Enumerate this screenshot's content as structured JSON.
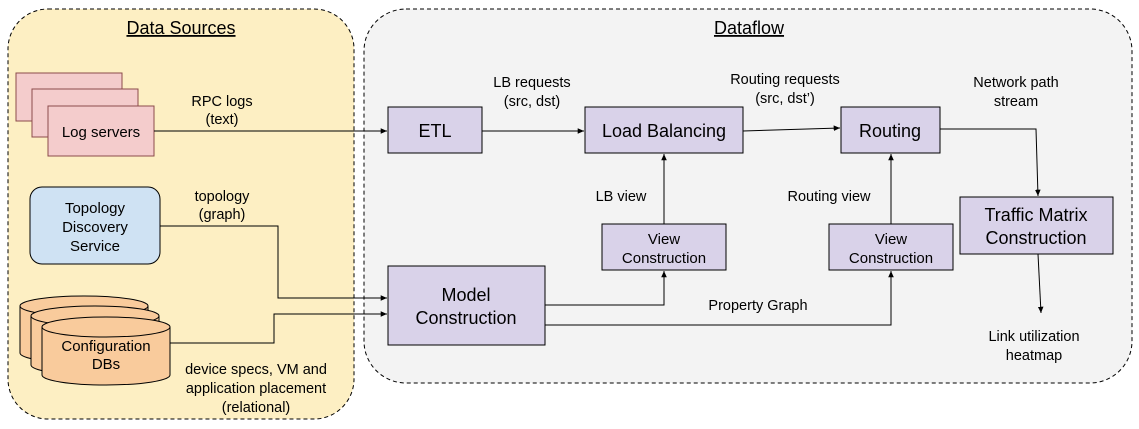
{
  "panels": {
    "data_sources": "Data Sources",
    "dataflow": "Dataflow"
  },
  "nodes": {
    "log_servers": "Log servers",
    "topology_service": [
      "Topology",
      "Discovery",
      "Service"
    ],
    "config_dbs": [
      "Configuration",
      "DBs"
    ],
    "etl": "ETL",
    "load_balancing": "Load Balancing",
    "routing": "Routing",
    "lb_view_construction": [
      "View",
      "Construction"
    ],
    "routing_view_construction": [
      "View",
      "Construction"
    ],
    "model_construction": [
      "Model",
      "Construction"
    ],
    "traffic_matrix": [
      "Traffic Matrix",
      "Construction"
    ]
  },
  "edges": {
    "rpc_logs": [
      "RPC logs",
      "(text)"
    ],
    "topology": [
      "topology",
      "(graph)"
    ],
    "db_specs": [
      "device specs, VM and",
      "application placement",
      "(relational)"
    ],
    "lb_requests": [
      "LB requests",
      "(src, dst)"
    ],
    "routing_requests": [
      "Routing requests",
      "(src, dst’)"
    ],
    "network_path": [
      "Network path",
      "stream"
    ],
    "lb_view": "LB view",
    "routing_view": "Routing view",
    "property_graph": "Property Graph",
    "link_utilization": [
      "Link utilization",
      "heatmap"
    ]
  },
  "colors": {
    "sources_bg": "#fdefc3",
    "dataflow_bg": "#f3f3f3",
    "log_fill": "#f4cccc",
    "log_stroke": "#8b4b4b",
    "topology_fill": "#cfe2f3",
    "db_fill": "#f9cb9c",
    "process_fill": "#d9d2e9"
  }
}
